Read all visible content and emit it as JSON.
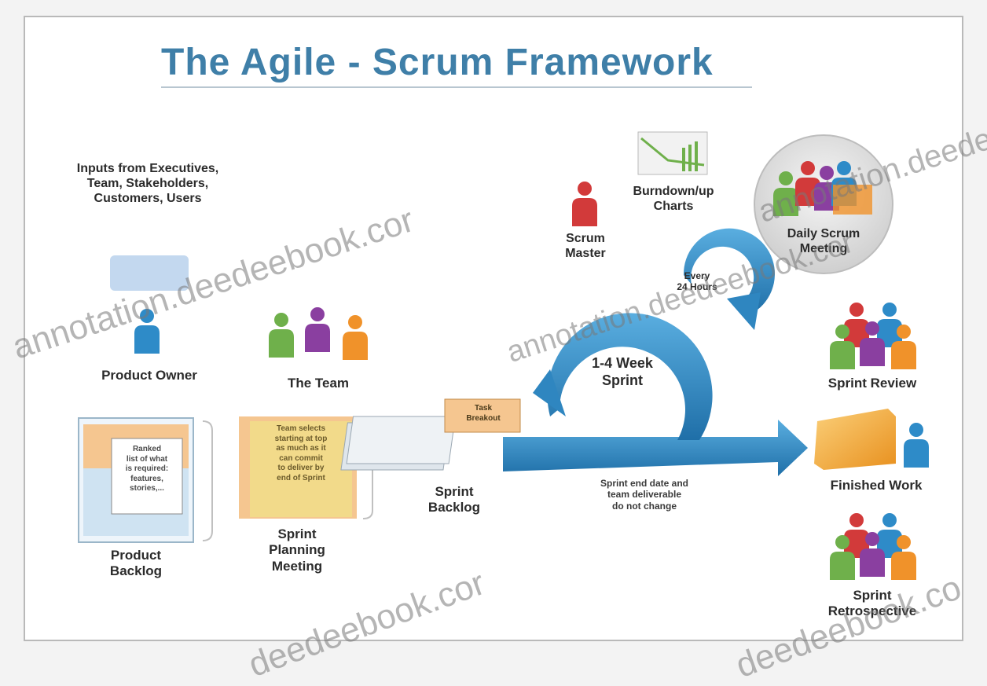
{
  "title": "The Agile - Scrum Framework",
  "labels": {
    "inputs": "Inputs from Executives,\nTeam, Stakeholders,\nCustomers, Users",
    "product_owner": "Product Owner",
    "the_team": "The Team",
    "product_backlog": "Product\nBacklog",
    "product_backlog_note": "Ranked\nlist of what\nis required:\nfeatures,\nstories,...",
    "sprint_planning": "Sprint\nPlanning\nMeeting",
    "sprint_planning_note": "Team selects\nstarting at top\nas much as it\ncan commit\nto deliver by\nend of Sprint",
    "sprint_backlog": "Sprint\nBacklog",
    "task_breakout": "Task\nBreakout",
    "scrum_master": "Scrum\nMaster",
    "burndown": "Burndown/up\nCharts",
    "daily_scrum": "Daily Scrum\nMeeting",
    "every_24": "Every\n24 Hours",
    "sprint_cycle": "1-4 Week\nSprint",
    "sprint_end": "Sprint end date and\nteam deliverable\ndo not change",
    "sprint_review": "Sprint Review",
    "finished_work": "Finished Work",
    "sprint_retro": "Sprint\nRetrospective"
  },
  "watermarks": [
    "annotation.deedeebook.cor",
    "annotation.deedeebook.cor",
    "annotation.deedeebook.co",
    "deedeebook.cor",
    "deedeebook.co"
  ],
  "colors": {
    "title": "#3f7fa8",
    "arrow": "#2f86c0",
    "person_blue": "#2e8bc8",
    "person_green": "#6fb04b",
    "person_purple": "#8a3fa0",
    "person_orange": "#f0922a",
    "person_red": "#d23a3a",
    "backlog_orange": "#f5c690",
    "note_yellow": "#f2dc8a"
  }
}
